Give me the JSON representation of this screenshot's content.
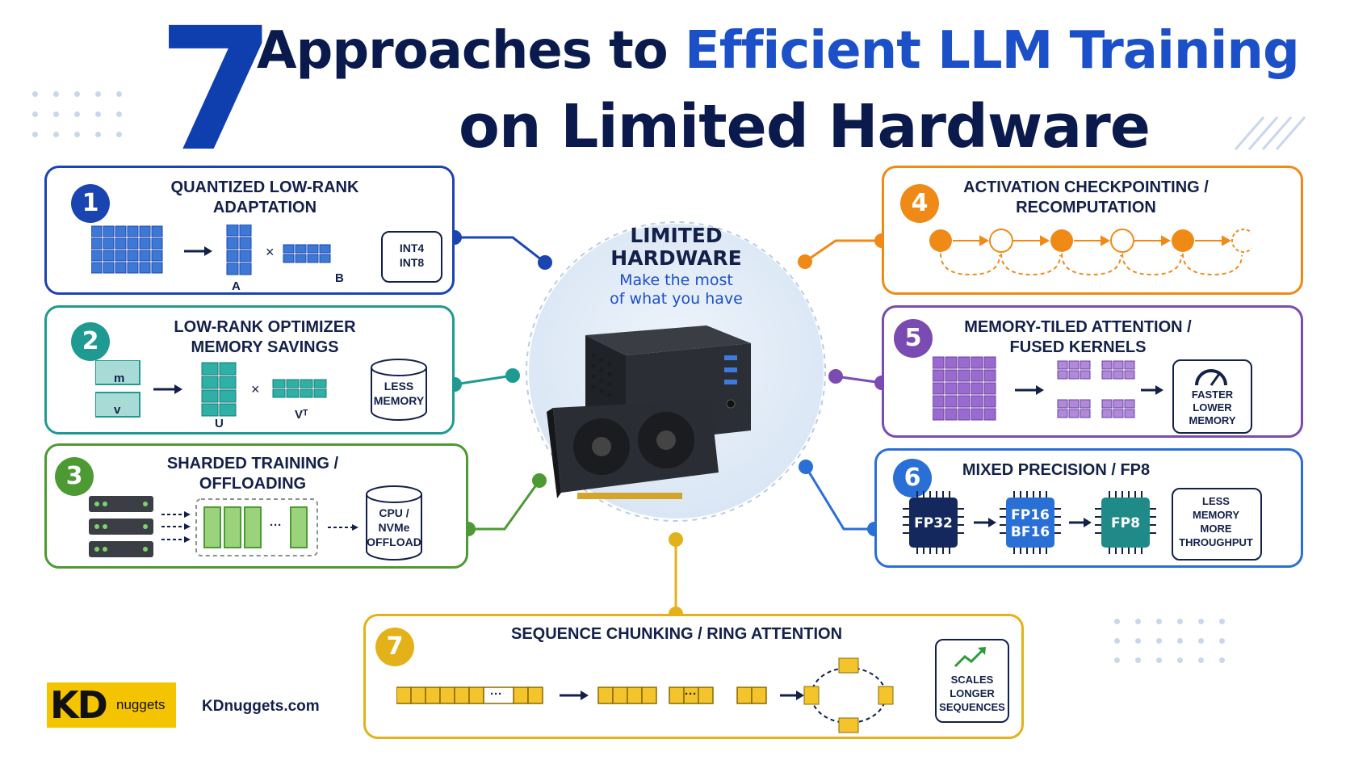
{
  "title": {
    "number": "7",
    "line1_part1": "Approaches to ",
    "line1_accent": "Efficient LLM Training",
    "line2": "on Limited Hardware"
  },
  "center": {
    "title_line1": "LIMITED",
    "title_line2": "HARDWARE",
    "subtitle_line1": "Make the most",
    "subtitle_line2": "of what you have"
  },
  "cards": [
    {
      "num": "1",
      "title_line1": "QUANTIZED LOW-RANK",
      "title_line2": "ADAPTATION",
      "label_a": "A",
      "label_b": "B",
      "badge_line1": "INT4",
      "badge_line2": "INT8",
      "color": "#1a45b0"
    },
    {
      "num": "2",
      "title_line1": "LOW-RANK OPTIMIZER",
      "title_line2": "MEMORY SAVINGS",
      "label_m": "m",
      "label_v": "v",
      "label_u": "U",
      "label_vt": "Vᵀ",
      "badge_line1": "LESS",
      "badge_line2": "MEMORY",
      "color": "#1f9a92"
    },
    {
      "num": "3",
      "title_line1": "SHARDED TRAINING /",
      "title_line2": "OFFLOADING",
      "ellipsis": "···",
      "badge_line1": "CPU /",
      "badge_line2": "NVMe",
      "badge_line3": "OFFLOAD",
      "color": "#4d9a34"
    },
    {
      "num": "4",
      "title_line1": "ACTIVATION CHECKPOINTING /",
      "title_line2": "RECOMPUTATION",
      "color": "#f08a16"
    },
    {
      "num": "5",
      "title_line1": "MEMORY-TILED ATTENTION /",
      "title_line2": "FUSED KERNELS",
      "badge_line1": "FASTER",
      "badge_line2": "LOWER",
      "badge_line3": "MEMORY",
      "color": "#7a4bb0"
    },
    {
      "num": "6",
      "title_line1": "MIXED PRECISION / FP8",
      "chip1": "FP32",
      "chip2_line1": "FP16",
      "chip2_line2": "BF16",
      "chip3": "FP8",
      "badge_line1": "LESS",
      "badge_line2": "MEMORY",
      "badge_line3": "MORE",
      "badge_line4": "THROUGHPUT",
      "color": "#2a6fd6"
    },
    {
      "num": "7",
      "title_line1": "SEQUENCE CHUNKING / RING ATTENTION",
      "ellipsis": "···",
      "badge_line1": "SCALES",
      "badge_line2": "LONGER",
      "badge_line3": "SEQUENCES",
      "color": "#e3b21a"
    }
  ],
  "footer": {
    "logo_kd": "KD",
    "logo_nuggets": "nuggets",
    "site": "KDnuggets.com"
  }
}
